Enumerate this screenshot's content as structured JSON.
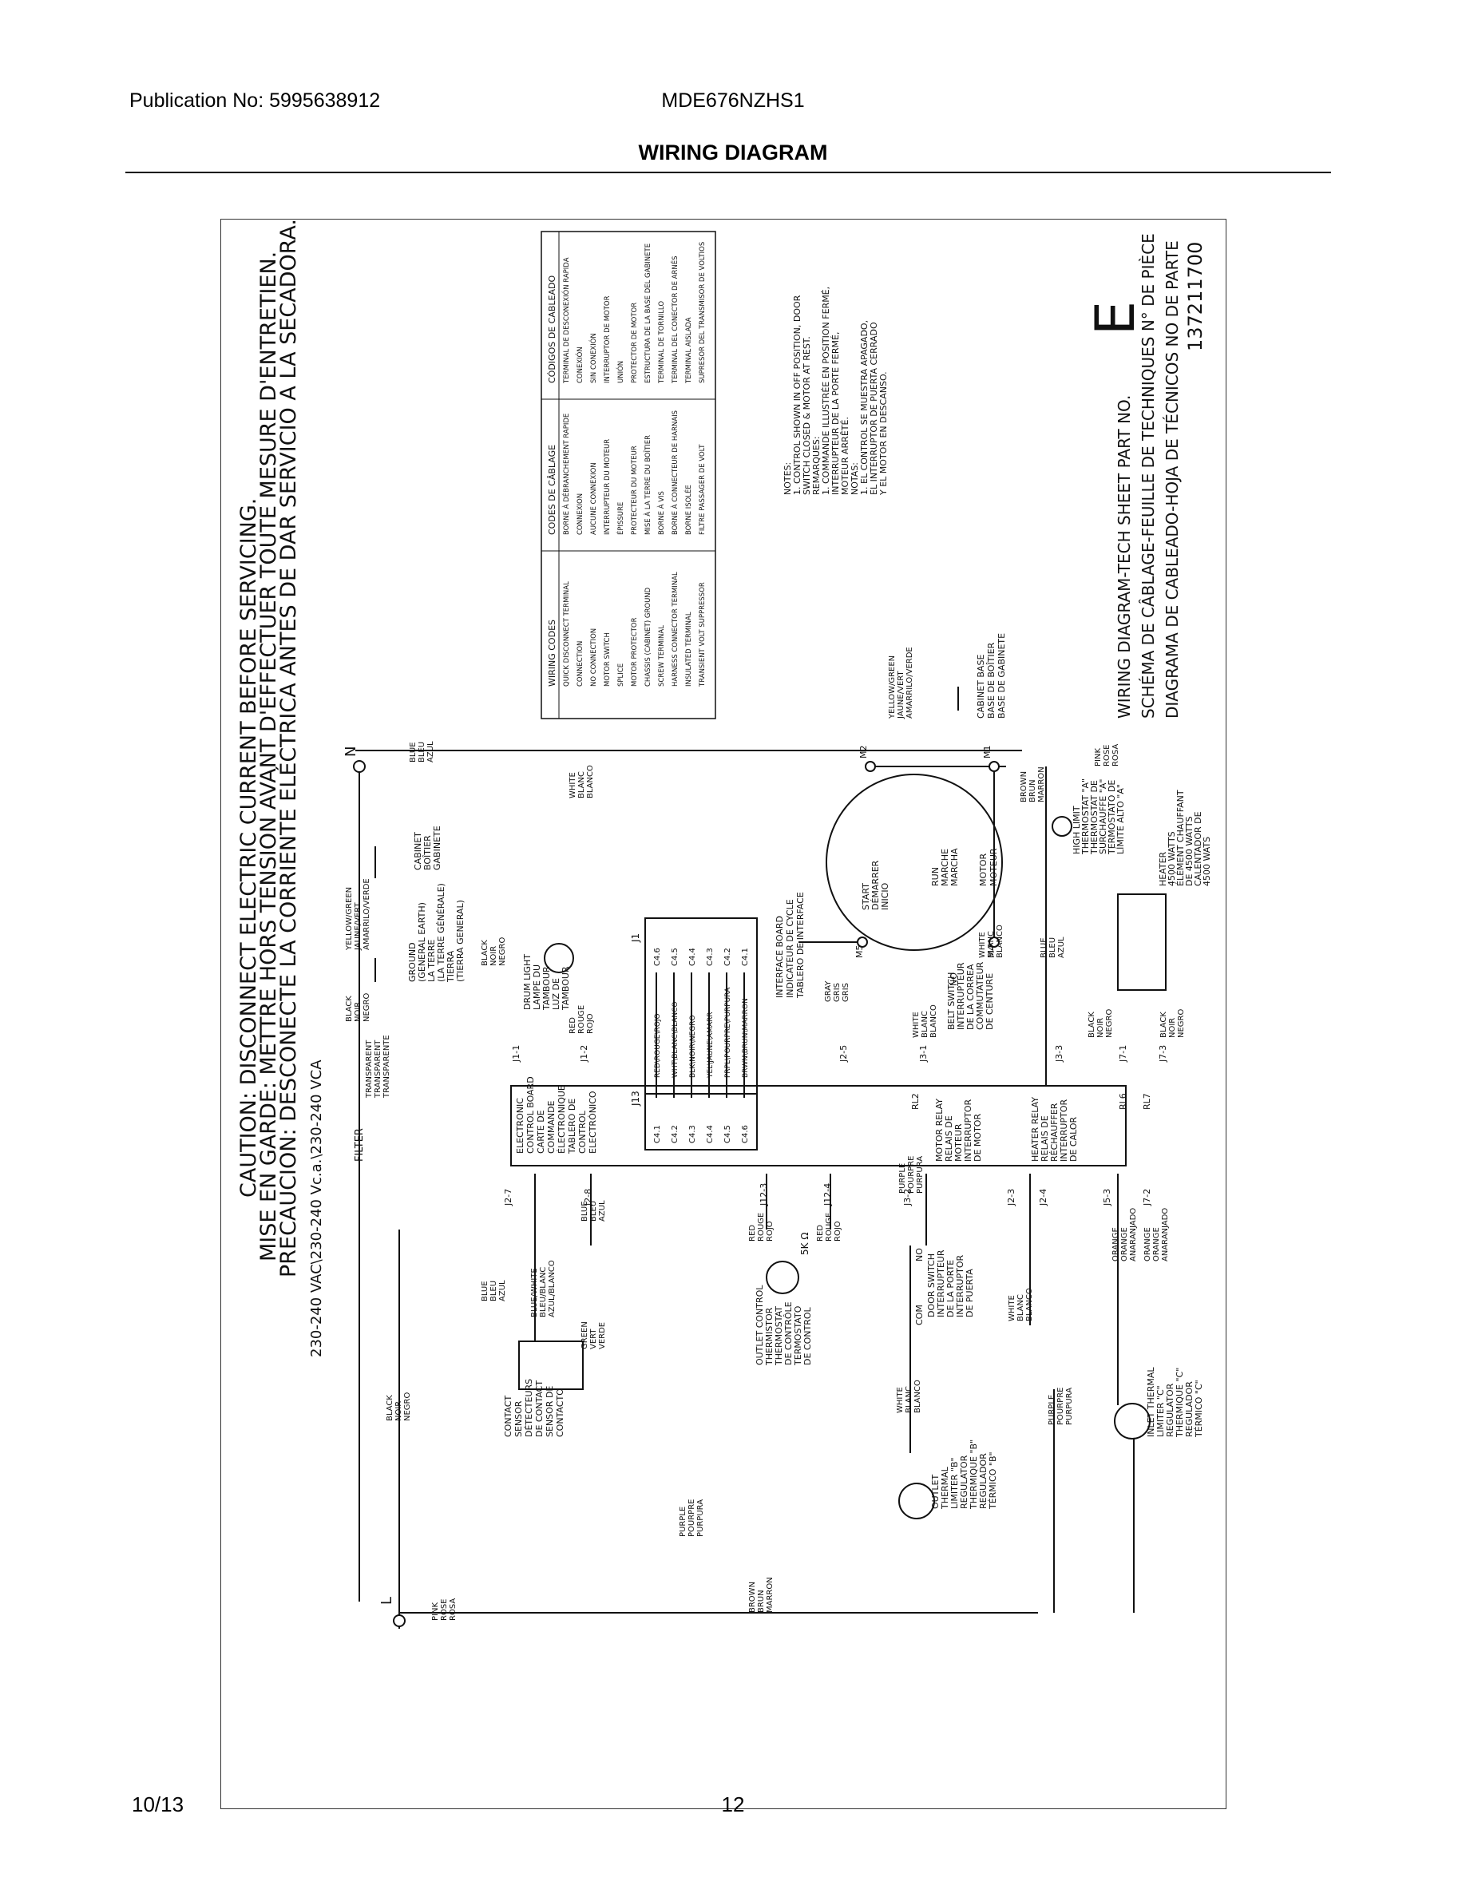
{
  "header": {
    "publication": "Publication No: 5995638912",
    "model": "MDE676NZHS1",
    "title": "WIRING DIAGRAM"
  },
  "footer": {
    "date": "10/13",
    "page": "12"
  },
  "caution": [
    "CAUTION:  DISCONNECT  ELECTRIC  CURRENT  BEFORE  SERVICING.",
    "MISE  EN  GARDE:  METTRE  HORS  TENSION  AVANT  D'EFFECTUER  TOUTE  MESURE  D'ENTRETIEN.",
    "PRECAUCION:  DESCONECTE  LA  CORRIENTE  ELÉCTRICA  ANTES  DE  DAR  SERVICIO  A  LA  SECADORA."
  ],
  "voltage": "230-240 VAC\\230-240 Vc.a.\\230-240 VCA",
  "line_labels": {
    "l": "L",
    "n": "N"
  },
  "legend": {
    "headers": [
      "WIRING CODES",
      "CODES DE CÂBLAGE",
      "CÓDIGOS DE CABLEADO"
    ],
    "rows": [
      [
        "QUICK DISCONNECT TERMINAL",
        "BORNE À DÉBRANCHEMENT RAPIDE",
        "TERMINAL DE DESCONEXIÓN RAPIDA"
      ],
      [
        "CONNECTION",
        "CONNEXION",
        "CONEXIÓN"
      ],
      [
        "NO CONNECTION",
        "AUCUNE CONNEXION",
        "SIN CONEXIÓN"
      ],
      [
        "MOTOR SWITCH",
        "INTERRUPTEUR DU MOTEUR",
        "INTERRUPTOR DE MOTOR"
      ],
      [
        "SPLICE",
        "ÉPISSURE",
        "UNIÓN"
      ],
      [
        "MOTOR PROTECTOR",
        "PROTECTEUR DU MOTEUR",
        "PROTECTOR DE MOTOR"
      ],
      [
        "CHASSIS (CABINET) GROUND",
        "MISE À LA TERRE DU BOÎTIER",
        "ESTRUCTURA DE LA BASE DEL GABINETE"
      ],
      [
        "SCREW TERMINAL",
        "BORNE À VIS",
        "TERMINAL DE TORNILLO"
      ],
      [
        "HARNESS CONNECTOR TERMINAL",
        "BORNE À CONNECTEUR DE HARNAIS",
        "TERMINAL DEL CONECTOR DE ARNÉS"
      ],
      [
        "INSULATED TERMINAL",
        "BORNE ISOLÉE",
        "TERMINAL AISLADA"
      ],
      [
        "TRANSIENT VOLT SUPPRESSOR",
        "FILTRE PASSAGER DE VOLT",
        "SUPRESOR DEL TRANSMISOR DE VOLTIOS"
      ]
    ]
  },
  "notes": [
    "NOTES:",
    "1. CONTROL SHOWN IN OFF POSITION, DOOR",
    "   SWITCH CLOSED & MOTOR AT REST.",
    "REMARQUES:",
    "1. COMMANDE ILLUSTRÉE EN POSITION FERMÉ,",
    "   INTERRUPTEUR DE LA PORTE FERMÉ,",
    "   MOTEUR ARRÊTÉ.",
    "NOTAS:",
    "1. EL CONTROL SE MUESTRA APAGADO,",
    "   EL INTERRUPTOR DE PUERTA CERRADO",
    "   Y EL MOTOR EN DESCANSO."
  ],
  "part_letter": "E",
  "tech_sheet": [
    "WIRING DIAGRAM-TECH SHEET PART NO.",
    "SCHÉMA DE CÂBLAGE-FEUILLE DE TECHNIQUES N° DE PIÈCE",
    "DIAGRAMA DE CABLEADO-HOJA DE TÉCNICOS NO DE PARTE"
  ],
  "part_number": "137211700",
  "components": {
    "filter": "FILTER",
    "control_board": [
      "ELECTRONIC",
      "CONTROL BOARD",
      "CARTE DE",
      "COMMANDE",
      "ÉLECTRONIQUE",
      "TABLERO DE",
      "CONTROL",
      "ELECTRÓNICO"
    ],
    "interface_board": [
      "INTERFACE BOARD",
      "INDICATEUR DE CYCLE",
      "TABLERO DE INTERFACE"
    ],
    "drum_light": [
      "DRUM LIGHT",
      "LAMPE DU",
      "TAMBOUR",
      "LUZ DE",
      "TAMBOUR"
    ],
    "motor": [
      "MOTOR",
      "MOTEUR"
    ],
    "start": [
      "START",
      "DÉMARRER",
      "INICIO"
    ],
    "run": [
      "RUN",
      "MARCHE",
      "MARCHA"
    ],
    "belt_switch": [
      "BELT SWITCH",
      "INTERRUPTEUR",
      "DE LA CORREA",
      "COMMUTATEUR",
      "DE CENTURE"
    ],
    "motor_relay": [
      "MOTOR RELAY",
      "RELAIS DE",
      "MOTEUR",
      "INTERRUPTOR",
      "DE MOTOR"
    ],
    "heater_relay": [
      "HEATER RELAY",
      "RELAIS DE",
      "RÉCHAUFFER",
      "INTERRUPTOR",
      "DE CALOR"
    ],
    "heater": [
      "HEATER",
      "4500 WATTS",
      "ÉLÉMENT CHAUFFANT",
      "DE 4500 WATTS",
      "CALENTADOR DE",
      "4500 WATS"
    ],
    "high_limit": [
      "HIGH LIMIT",
      "THERMOSTAT \"A\"",
      "THERMOSTAT DE",
      "SURCHAUFFE \"A\"",
      "TERMOSTATO DE",
      "LÍMITE ALTO \"A\""
    ],
    "door_switch": [
      "DOOR SWITCH",
      "INTERRUPTEUR",
      "DE LA PORTE",
      "INTERRUPTOR",
      "DE PUERTA"
    ],
    "outlet_thermistor": [
      "OUTLET CONTROL",
      "THERMISTOR",
      "THERMOSTAT",
      "DE CONTRÔLE",
      "TERMOSTATO",
      "DE CONTROL"
    ],
    "thermistor_value": "5K Ω",
    "contact_sensor": [
      "CONTACT",
      "SENSOR",
      "DÉTECTEURS",
      "DE CONTACT",
      "SENSOR DE",
      "CONTACTO"
    ],
    "outlet_limiter": [
      "OUTLET",
      "THERMAL",
      "LIMITER \"B\"",
      "REGULATOR",
      "THERMIQUE \"B\"",
      "REGULADOR",
      "TÉRMICO \"B\""
    ],
    "inlet_limiter": [
      "INLET THERMAL",
      "LIMITER \"C\"",
      "REGULATOR",
      "THERMIQUE \"C\"",
      "REGULADOR",
      "TÉRMICO \"C\""
    ],
    "cabinet_base": [
      "CABINET BASE",
      "BASE DE BOÎTIER",
      "BASE DE GABINETE"
    ],
    "cabinet": [
      "CABINET",
      "BOÎTIER",
      "GABINETE"
    ],
    "ground": [
      "GROUND",
      "(GENERAL EARTH)",
      "LA TERRE",
      "(LA TERRE GÉNÉRALE)",
      "TIERRA",
      "(TIERRA GENERAL)"
    ]
  },
  "connectors": {
    "j13": "J13",
    "j1": "J1",
    "j13_pins": [
      "C4.1",
      "C4.2",
      "C4.3",
      "C4.4",
      "C4.5",
      "C4.6"
    ],
    "j1_pins": [
      "C4.6",
      "C4.5",
      "C4.4",
      "C4.3",
      "C4.2",
      "C4.1"
    ],
    "harness": [
      "RED\\ROUGE\\ROJO",
      "WHT\\BLANC\\BLANCO",
      "BLK\\NOIR\\NEGRO",
      "YEL\\JAUNE\\AMARR",
      "PRPL\\POURPRE\\PURPURA",
      "BRWN\\BRUN\\MARRON"
    ],
    "top": [
      "J1-1",
      "J1-2",
      "J2-5",
      "J3-1",
      "J3-3",
      "J7-1",
      "J7-3"
    ],
    "bottom": [
      "J2-7",
      "J2-8",
      "J12-3",
      "J12-4",
      "J3-2",
      "J2-3",
      "J2-4",
      "J5-3",
      "J7-2"
    ],
    "motor_pins": [
      "M1",
      "M2",
      "M4",
      "M5"
    ],
    "relays": [
      "RL2",
      "RL6",
      "RL7"
    ],
    "switch_no": "NO",
    "switch_com": "COM"
  },
  "wire_colors": {
    "black": [
      "BLACK",
      "NOIR",
      "NEGRO"
    ],
    "blue": [
      "BLUE",
      "BLEU",
      "AZUL"
    ],
    "white": [
      "WHITE",
      "BLANC",
      "BLANCO"
    ],
    "pink": [
      "PINK",
      "ROSE",
      "ROSA"
    ],
    "brown": [
      "BROWN",
      "BRUN",
      "MARRON"
    ],
    "purple": [
      "PURPLE",
      "POURPRE",
      "PURPURA"
    ],
    "orange": [
      "ORANGE",
      "ORANGE",
      "ANARANJADO"
    ],
    "red": [
      "RED",
      "ROUGE",
      "ROJO"
    ],
    "gray": [
      "GRAY",
      "GRIS",
      "GRIS"
    ],
    "green": [
      "GREEN",
      "VERT",
      "VERDE"
    ],
    "transparent": [
      "TRANSPARENT",
      "TRANSPARENT",
      "TRANSPARENTE"
    ],
    "yellow_green": [
      "YELLOW/GREEN",
      "JAUNE/VERT",
      "AMARRILO/VERDE"
    ],
    "blue_white": [
      "BLUE/WHITE",
      "BLEU/BLANC",
      "AZUL/BLANCO"
    ]
  }
}
